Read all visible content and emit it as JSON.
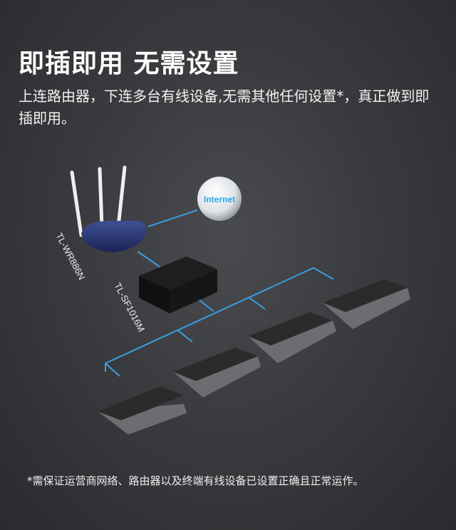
{
  "headline": "即插即用 无需设置",
  "subtitle": "上连路由器，下连多台有线设备,无需其他任何设置*，真正做到即插即用。",
  "diagram": {
    "internet_label": "Internet",
    "router_model": "TL-WR886N",
    "switch_model": "TL-SF1016M",
    "laptop_count": 4
  },
  "footnote": "*需保证运营商网络、路由器以及终端有线设备已设置正确且正常运作。",
  "colors": {
    "line": "#3a9de0",
    "internet_text": "#2aa6e6"
  }
}
